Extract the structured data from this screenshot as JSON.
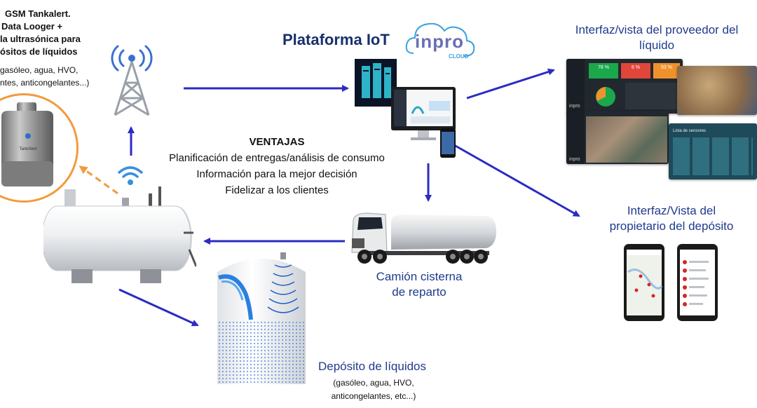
{
  "device": {
    "lines": [
      "GSM Tankalert.",
      "Data Looger +",
      "la ultrasónica para",
      "ósitos de líquidos"
    ],
    "detail": [
      "gasóleo, agua, HVO,",
      "ntes, anticongelantes...)"
    ],
    "label": "TankAlert"
  },
  "platform": {
    "title": "Plataforma IoT",
    "brand": "inpro",
    "brand_sub": "CLOUD"
  },
  "provider": {
    "title_l1": "Interfaz/vista del proveedor del",
    "title_l2": "líquido"
  },
  "dashboard": {
    "kpis": [
      "78 %",
      "6 %",
      "53 %"
    ],
    "sensor_list_title": "Lista de sensores",
    "logo": "inpro"
  },
  "owner": {
    "title_l1": "Interfaz/Vista del",
    "title_l2": "propietario del depósito"
  },
  "ventajas": {
    "heading": "VENTAJAS",
    "items": [
      "Planificación de entregas/análisis de consumo",
      "Información para la mejor decisión",
      "Fidelizar a los clientes"
    ]
  },
  "truck": {
    "l1": "Camión cisterna",
    "l2": "de reparto"
  },
  "deposit": {
    "title": "Depósito de líquidos",
    "d1": "(gasóleo, agua, HVO,",
    "d2": "anticongelantes, etc...)"
  },
  "colors": {
    "arrow": "#2b2bc4",
    "orange": "#f39a3c",
    "title_blue": "#1f3b8c"
  }
}
